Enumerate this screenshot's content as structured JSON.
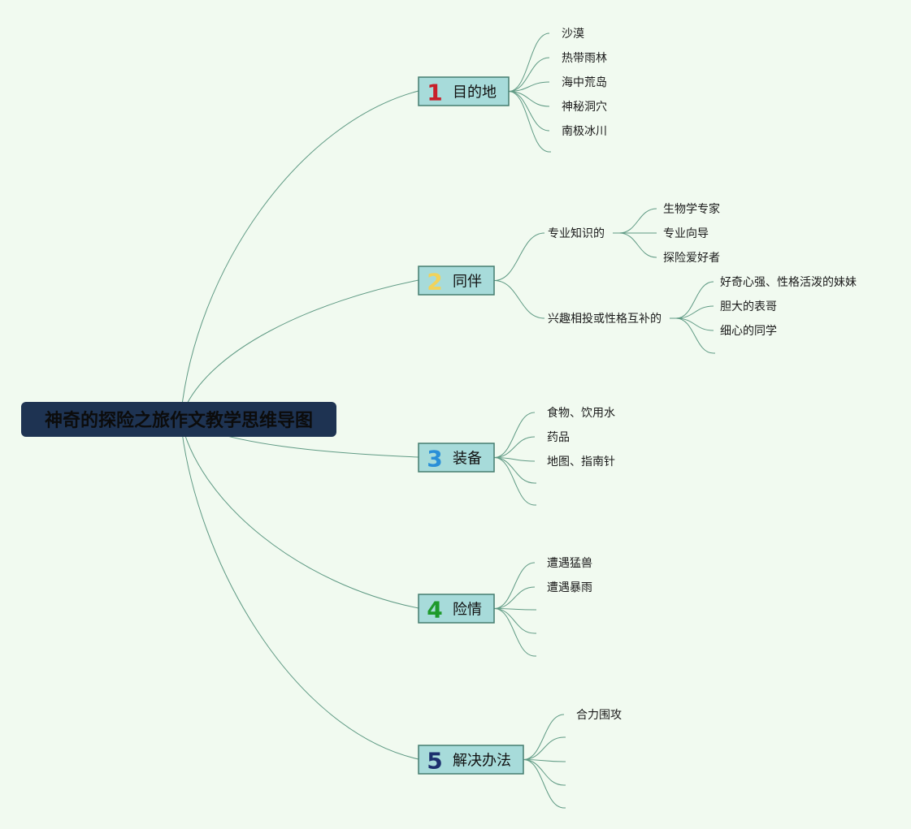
{
  "root": {
    "title": "神奇的探险之旅作文教学思维导图"
  },
  "branches": [
    {
      "number": "1",
      "label": "目的地",
      "color": "#c8202a",
      "children": [
        {
          "label": "沙漠"
        },
        {
          "label": "热带雨林"
        },
        {
          "label": "海中荒岛"
        },
        {
          "label": "神秘洞穴"
        },
        {
          "label": "南极冰川"
        },
        {
          "label": ""
        }
      ]
    },
    {
      "number": "2",
      "label": "同伴",
      "color": "#f1d35a",
      "children": [
        {
          "label": "专业知识的",
          "children": [
            {
              "label": "生物学专家"
            },
            {
              "label": "专业向导"
            },
            {
              "label": "探险爱好者"
            }
          ]
        },
        {
          "label": "兴趣相投或性格互补的",
          "children": [
            {
              "label": "好奇心强、性格活泼的妹妹"
            },
            {
              "label": "胆大的表哥"
            },
            {
              "label": "细心的同学"
            },
            {
              "label": ""
            }
          ]
        }
      ]
    },
    {
      "number": "3",
      "label": "装备",
      "color": "#2a8fd8",
      "children": [
        {
          "label": "食物、饮用水"
        },
        {
          "label": "药品"
        },
        {
          "label": "地图、指南针"
        },
        {
          "label": ""
        },
        {
          "label": ""
        }
      ]
    },
    {
      "number": "4",
      "label": "险情",
      "color": "#1f9a2b",
      "children": [
        {
          "label": "遭遇猛兽"
        },
        {
          "label": "遭遇暴雨"
        },
        {
          "label": ""
        },
        {
          "label": ""
        },
        {
          "label": ""
        }
      ]
    },
    {
      "number": "5",
      "label": "解决办法",
      "color": "#1c2f6e",
      "children": [
        {
          "label": "合力围攻"
        },
        {
          "label": ""
        },
        {
          "label": ""
        },
        {
          "label": ""
        },
        {
          "label": ""
        }
      ]
    }
  ]
}
